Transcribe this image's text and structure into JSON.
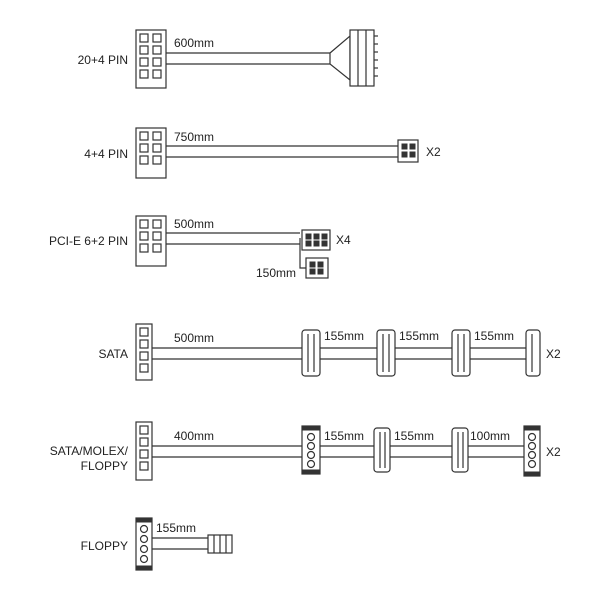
{
  "diagram": {
    "rows": [
      {
        "label": "20+4 PIN",
        "lengths": [
          "600mm"
        ],
        "multiplier": ""
      },
      {
        "label": "4+4 PIN",
        "lengths": [
          "750mm"
        ],
        "multiplier": "X2"
      },
      {
        "label": "PCI-E 6+2 PIN",
        "lengths": [
          "500mm",
          "150mm"
        ],
        "multiplier": "X4"
      },
      {
        "label": "SATA",
        "lengths": [
          "500mm",
          "155mm",
          "155mm",
          "155mm"
        ],
        "multiplier": "X2"
      },
      {
        "label_lines": [
          "SATA/MOLEX/",
          "FLOPPY"
        ],
        "lengths": [
          "400mm",
          "155mm",
          "155mm",
          "100mm"
        ],
        "multiplier": "X2"
      },
      {
        "label": "FLOPPY",
        "lengths": [
          "155mm"
        ],
        "multiplier": ""
      }
    ]
  }
}
